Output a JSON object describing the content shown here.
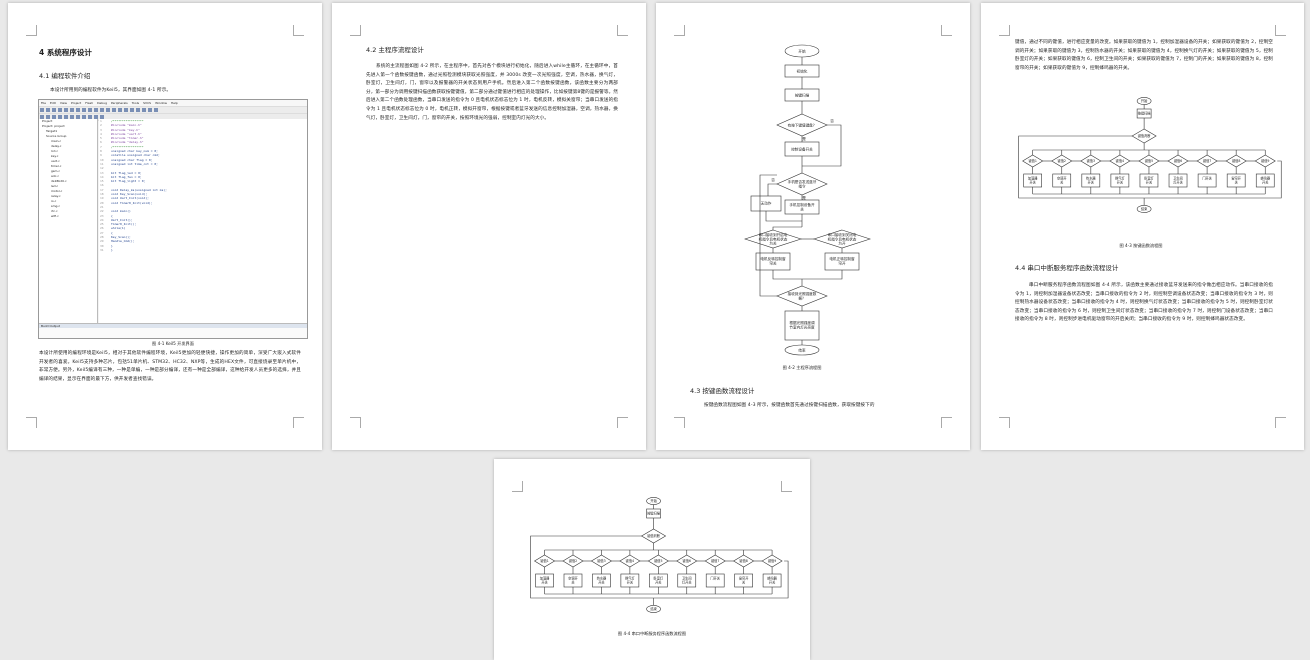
{
  "page1": {
    "heading_num": "4",
    "heading": "系统程序设计",
    "subheading": "4.1 编程软件介绍",
    "intro": "本设计所用到的编程软件为Keil5，其界面如图 4-1 所示。",
    "ide_menu": [
      "File",
      "Edit",
      "View",
      "Project",
      "Flash",
      "Debug",
      "Peripherals",
      "Tools",
      "SVCS",
      "Window",
      "Help"
    ],
    "ide_project_tree": [
      "Project",
      "Project: project",
      "Target1",
      "Source Group",
      "main.c",
      "delay.c",
      "lcd.c",
      "key.c",
      "uart.c",
      "timer.c",
      "gsm.c",
      "adc.c",
      "ds18b20.c",
      "led.c",
      "motor.c",
      "relay.c",
      "io.c",
      "smg.c",
      "rtc.c",
      "wifi.c"
    ],
    "ide_code": [
      "/*****************",
      "#include \"main.h\"",
      "#include \"key.h\"",
      "#include \"uart.h\"",
      "#include \"timer.h\"",
      "#include \"delay.h\"",
      "/*****************",
      "unsigned char key_num = 0;",
      "volatile unsigned char cmd;",
      "unsigned char flag = 0;",
      "unsigned int time_cnt = 0;",
      "",
      "bit flag_led = 0;",
      "bit flag_fan = 0;",
      "bit flag_light = 0;",
      "",
      "void Delay_ms(unsigned int ms);",
      "void Key_Scan(void);",
      "void Uart_Init(void);",
      "void Timer0_Init(void);",
      "",
      "void main()",
      "{",
      "  Uart_Init();",
      "  Timer0_Init();",
      "  while(1)",
      "  {",
      "    Key_Scan();",
      "    Handle_Cmd();",
      "  }",
      "}"
    ],
    "ide_build_label": "Build Output",
    "figure_caption": "图 4-1 Keil5 开发界面",
    "body": "本设计所使用的编程环境是Keil5，相对于其他软件编程环境，Keil5更加的轻便快捷，操作更加的简单，深受广大嵌入式软件开发者的喜爱。Keil5支持多种芯片，包括51单片机、STM32、HC32、NXP等，生成的HEX文件，可直接烧录至单片机中，非常方便。另外，Keil5编译有三种，一种是单编，一种是部分编译，还有一种是全部编译，这种给开发人员更多的选择，并且编译的结果，显示在界面的最下方，供开发者查找错误。"
  },
  "page2": {
    "heading": "4.2 主程序流程设计",
    "body": "系统的主流程图如图 4-2 所示，在主程序中，首先对各个模块进行初始化，随后进入while主循环，在主循环中，首先进入第一个函数按键函数，通过光照检测模块获取光照强度，并 3000s 改变一次光照强度，空调，热水器，换气灯，卧室灯，卫生间灯，门，窗帘以及报警器的开关状态到用户手机。然后进入第二个函数按键函数，该函数主要分为两部分，第一部分为调用按键扫描函数获取按键键值，第二部分通过键值进行相应的处理操作，比如按键第8键的是报警等。然后进入第二个函数处理函数，当串口发送的指令为 0 且电机状态标志位为 1 时，电机反转，模拟关窗帘；当串口发送的指令为 1 且电机状态标志位为 0 时，电机正转，模拟开窗帘，根据按键或者蓝牙发送的信息控制加湿器，空调，热水器，换气灯，卧室灯，卫生间灯，门，窗帘的开关，按照环境光的强弱，控制室内灯光的大小。"
  },
  "page3": {
    "flow": {
      "start": "开始",
      "init": "初始化",
      "scan": "按键扫描",
      "cond1": "有按下键值键盘？",
      "yes": "是",
      "no": "否",
      "act1": "控制设备开关",
      "cond2": "手机是否发送蓝牙指令",
      "none": "无动作",
      "act2": "手机控制设备开关",
      "cond3": "串口接收到开启电机指令且电机状态为关",
      "cond4": "串口接收到关闭电机指令且电机状态为开",
      "act3": "电机反转控制窗帘关",
      "act4": "电机正转控制窗帘开",
      "cond5": "接收到光照强度数据？",
      "act5": "根据光照强度调节室内灯光亮度",
      "end": "结束"
    },
    "figure_caption": "图 4-2 主程序流程图",
    "heading": "4.3 按键函数流程设计",
    "body": "按键函数流程图如图 4-3 所示，按键函数首先通过按键扫描函数，获取按键按下的"
  },
  "page4": {
    "body_top": "键值，通过不同的键值，进行相应变量的改变。如果获取的键值为 1，控制加湿器设备的开关；如果获取的键值为 2，控制空调的开关；如果获取的键值为 3，控制热水器的开关；如果获取的键值为 4，控制换气灯的开关；如果获取的键值为 5，控制卧室灯的开关；如果获取的键值为 6，控制卫生间的开关；如果获取的键值为 7，控制门的开关；如果获取的键值为 8，控制窗帘的开关；如果获取的键值为 9，控制蜂鸣器的开关。",
    "figure_caption": "图 4-3 按键函数流程图",
    "heading": "4.4 串口中断服务程序函数流程设计",
    "body": "串口中断服务程序函数流程图如图 4-4 所示，该函数主要通过接收蓝牙发送来的指令做出相应动作。当串口接收的指令为 1，则控制加湿器设备状态改变；当串口接收的指令为 2 时，则控制空调设备状态改变；当串口接收的指令为 3 时，则控制热水器设备状态改变；当串口接收的指令为 4 时，则控制换气灯状态改变；当串口接收的指令为 5 时，则控制卧室灯状态改变；当串口接收的指令为 6 时，则控制卫生间灯状态改变；当串口接收的指令为 7 时，则控制门设备状态改变；当串口接收的指令为 8 时，则控制步进电机驱动窗帘的开启关闭；当串口接收的指令为 9 时，则控制蜂鸣器状态改变。"
  },
  "page5": {
    "figure_caption": "图 4-4 串口中断服务程序函数流程图"
  },
  "mini_flow": {
    "start": "开始",
    "read": "按键扫描",
    "branch": "键值判断",
    "end": "结束",
    "conds": [
      "键值1",
      "键值2",
      "键值3",
      "键值4",
      "键值5",
      "键值6",
      "键值7",
      "键值8",
      "键值9"
    ],
    "acts": [
      "加湿器开关",
      "空调开关",
      "热水器开关",
      "换气灯开关",
      "卧室灯开关",
      "卫生间灯开关",
      "门开关",
      "窗帘开关",
      "蜂鸣器开关"
    ]
  }
}
